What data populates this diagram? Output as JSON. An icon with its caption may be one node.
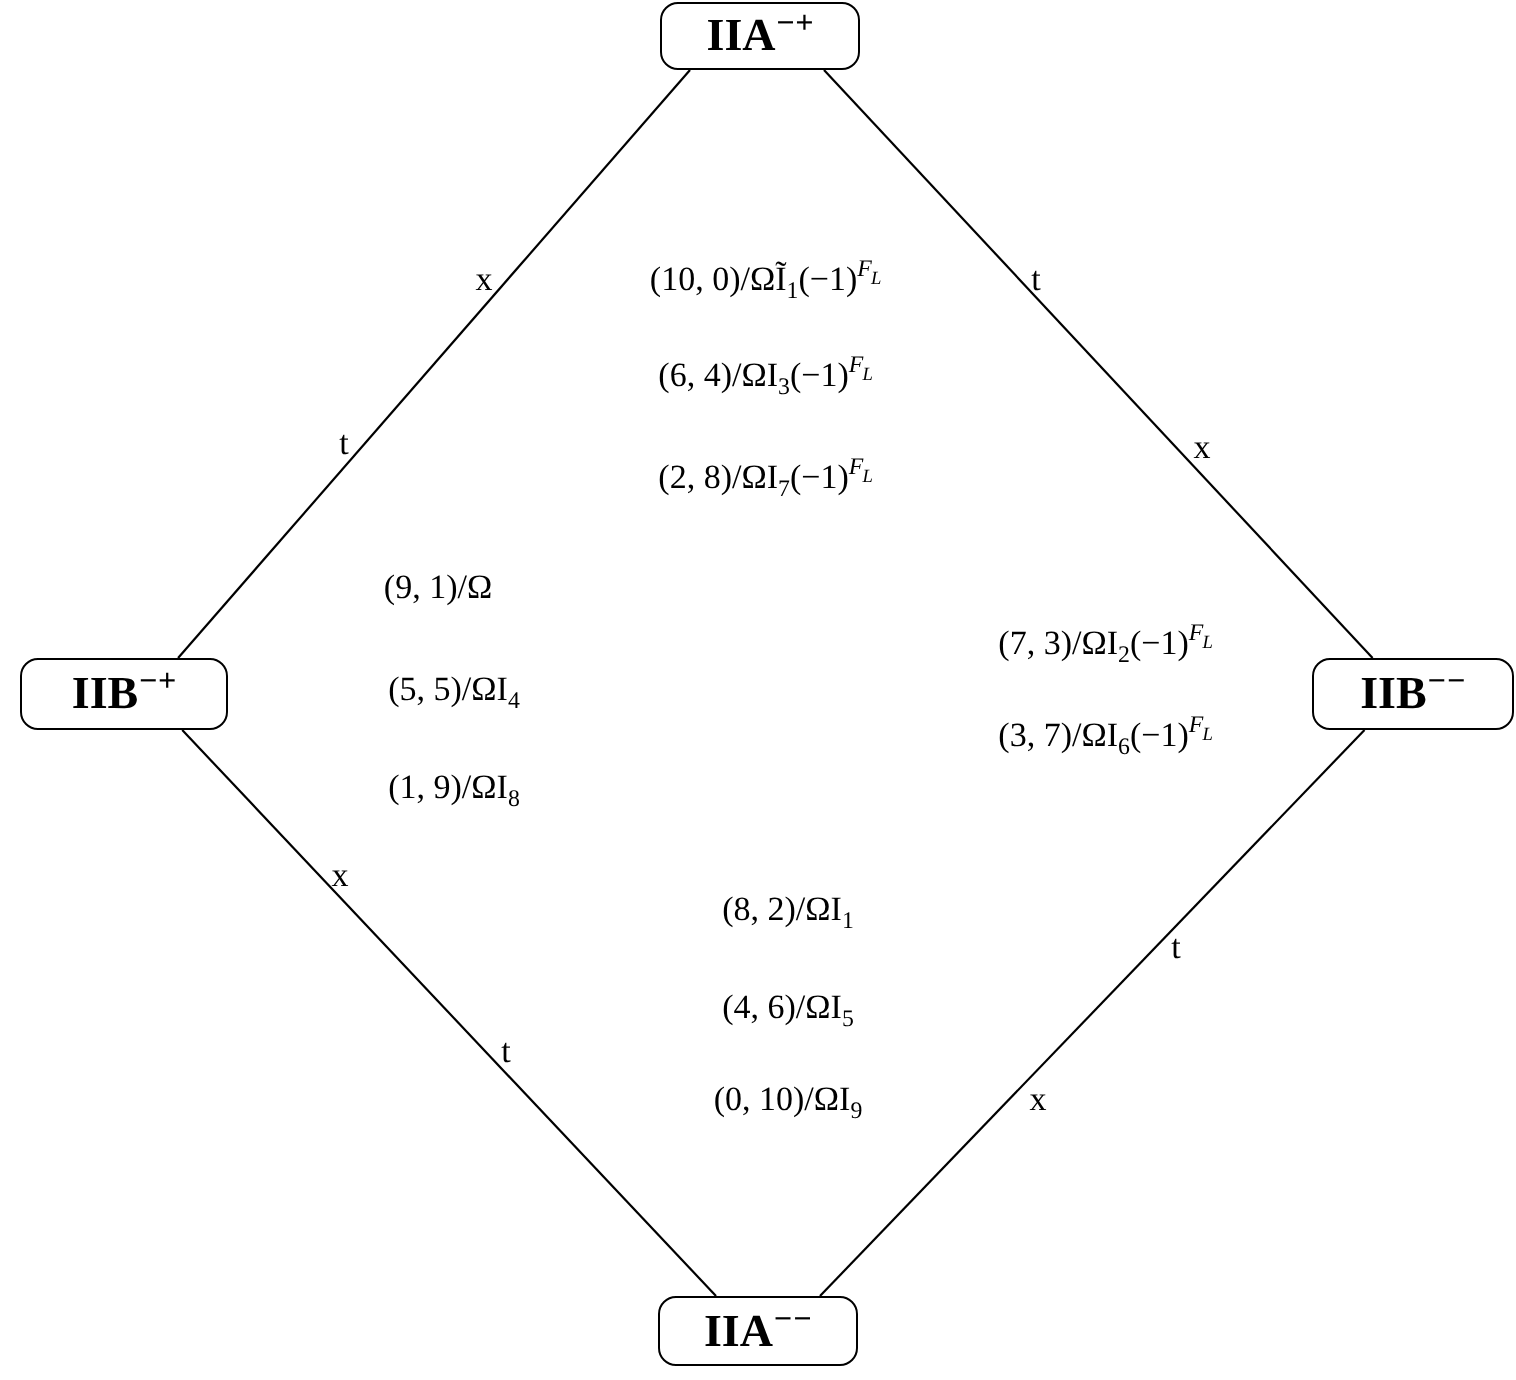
{
  "diagram": {
    "nodes": [
      {
        "text": [
          "IIA$^{−+}$"
        ]
      },
      {
        "text": [
          "IIB$^{−+}$"
        ]
      },
      {
        "text": [
          "IIB$^{−−}$"
        ]
      },
      {
        "text": [
          "IIA$^{−−}$"
        ]
      }
    ],
    "edges": [
      {
        "from": 0,
        "to": 1,
        "arrow": "none"
      },
      {
        "from": 0,
        "to": 2,
        "arrow": "none"
      },
      {
        "from": 1,
        "to": 3,
        "arrow": "none"
      },
      {
        "from": 2,
        "to": 3,
        "arrow": "none"
      }
    ],
    "labels": [
      "x",
      "t",
      "(10, 0)/ΩĨ$_{1}$(−1)$^{F}$$_{L}$",
      "(6, 4)/ΩI$_{3}$(−1)$^{F}$$_{L}$",
      "t",
      "x",
      "(2, 8)/ΩI$_{7}$(−1)$^{F}$$_{L}$",
      "(9, 1)/Ω",
      "(7, 3)/ΩI$_{2}$(−1)$^{F}$$_{L}$",
      "(5, 5)/ΩI$_{4}$",
      "(3, 7)/ΩI$_{6}$(−1)$^{F}$$_{L}$",
      "(1, 9)/ΩI$_{8}$",
      "x",
      "(8, 2)/ΩI$_{1}$",
      "t",
      "(4, 6)/ΩI$_{5}$",
      "t",
      "(0, 10)/ΩI$_{9}$",
      "x"
    ]
  }
}
